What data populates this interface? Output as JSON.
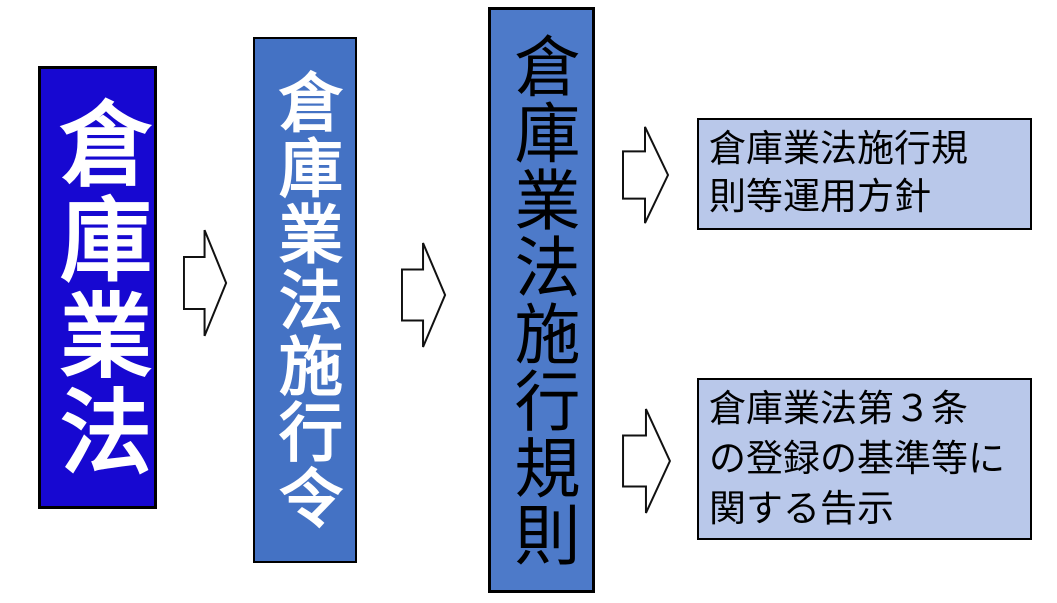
{
  "colors": {
    "law_fill": "#1708d1",
    "order_fill": "#4472c4",
    "regulation_fill": "#4d7ac9",
    "light_fill": "#b9c8ea",
    "border": "#000000",
    "arrow_fill": "#ffffff",
    "arrow_stroke": "#111111",
    "text_on_blue": "#ffffff",
    "text_on_light": "#000000"
  },
  "nodes": {
    "law": {
      "label": "倉庫業法"
    },
    "order": {
      "label": "倉庫業法施行令"
    },
    "regulation": {
      "label": "倉庫業法施行規則"
    },
    "policy": {
      "label": "倉庫業法施行規則等運用方針",
      "lines": [
        "倉庫業法施行規",
        "則等運用方針"
      ]
    },
    "notice": {
      "label": "倉庫業法第３条の登録の基準等に関する告示",
      "lines": [
        "倉庫業法第３条",
        "の登録の基準等に",
        "関する告示"
      ]
    }
  },
  "arrows": [
    {
      "name": "arrow-law-to-order",
      "icon": "block-arrow-right"
    },
    {
      "name": "arrow-order-to-regulation",
      "icon": "block-arrow-right"
    },
    {
      "name": "arrow-regulation-to-policy",
      "icon": "block-arrow-right"
    },
    {
      "name": "arrow-regulation-to-notice",
      "icon": "block-arrow-right"
    }
  ]
}
